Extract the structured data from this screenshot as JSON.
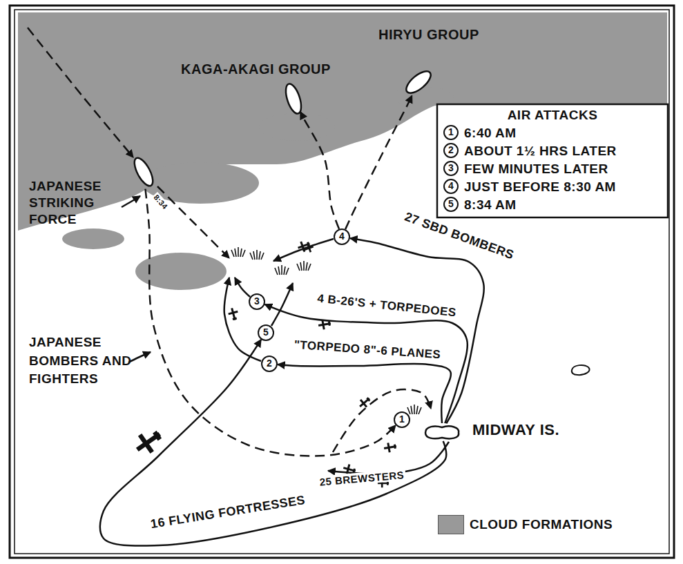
{
  "diagram": {
    "nodes": [
      {
        "text": [
          "JAPANESE STRIKING FORCE"
        ]
      },
      {
        "text": [
          "KAGA-AKAGI GROUP"
        ]
      },
      {
        "text": [
          "HIRYU GROUP"
        ]
      },
      {
        "text": [
          "MIDWAY IS."
        ]
      },
      {
        "text": [
          "1"
        ]
      },
      {
        "text": [
          "2"
        ]
      },
      {
        "text": [
          "3"
        ]
      },
      {
        "text": [
          "4"
        ]
      },
      {
        "text": [
          "5"
        ]
      },
      {
        "text": [
          "AIR ATTACKS",
          "6:40 AM",
          "ABOUT 1½ HRS LATER",
          "FEW MINUTES LATER",
          "JUST BEFORE 8:30 AM",
          "8:34 AM"
        ]
      },
      {
        "text": [
          "1"
        ],
        "in": 9
      },
      {
        "text": [
          "2"
        ],
        "in": 9
      },
      {
        "text": [
          "3"
        ],
        "in": 9
      },
      {
        "text": [
          "4"
        ],
        "in": 9
      },
      {
        "text": [
          "5"
        ],
        "in": 9
      }
    ],
    "edges": [
      {
        "from": 3,
        "to": 7,
        "arrow": "to",
        "label": "27 SBD BOMBERS"
      },
      {
        "from": 3,
        "to": 6,
        "arrow": "to",
        "label": "4 B-26'S + TORPEDOES"
      },
      {
        "from": 3,
        "to": 5,
        "arrow": "to",
        "label": "\"TORPEDO 8\"-6 PLANES"
      },
      {
        "from": 3,
        "to": 8,
        "arrow": "to",
        "label": "16 FLYING FORTRESSES"
      },
      {
        "from": 0,
        "to": 4,
        "arrow": "to"
      },
      {
        "from": 7,
        "to": 2,
        "arrow": "to"
      },
      {
        "from": 7,
        "to": 1,
        "arrow": "to"
      }
    ],
    "labels": [
      "JAPANESE BOMBERS AND FIGHTERS",
      "25 BREWSTERS",
      "8:34"
    ],
    "legend": [
      {
        "text": "CLOUD FORMATIONS",
        "color": "#999999"
      }
    ]
  }
}
